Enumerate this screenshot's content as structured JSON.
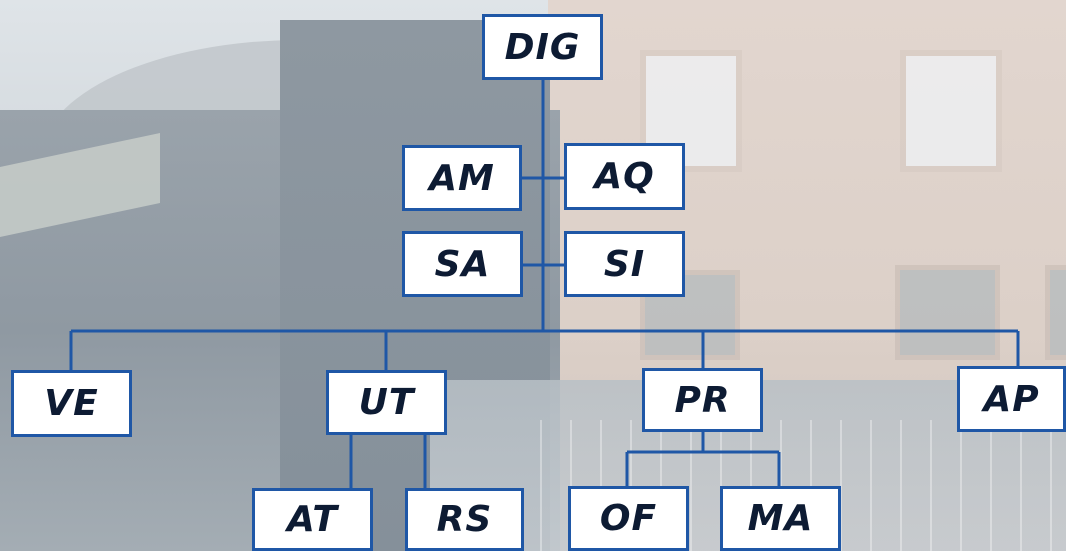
{
  "diagram": {
    "type": "org-chart",
    "line_color": "#1f57a6",
    "box_fill": "#ffffff",
    "text_color": "#0d1b33",
    "nodes": {
      "dig": "DIG",
      "am": "AM",
      "aq": "AQ",
      "sa": "SA",
      "si": "SI",
      "ve": "VE",
      "ut": "UT",
      "pr": "PR",
      "ap": "AP",
      "at": "AT",
      "rs": "RS",
      "of": "OF",
      "ma": "MA"
    },
    "edges": [
      [
        "DIG",
        "AM"
      ],
      [
        "DIG",
        "AQ"
      ],
      [
        "DIG",
        "SA"
      ],
      [
        "DIG",
        "SI"
      ],
      [
        "DIG",
        "VE"
      ],
      [
        "DIG",
        "UT"
      ],
      [
        "DIG",
        "PR"
      ],
      [
        "DIG",
        "AP"
      ],
      [
        "UT",
        "AT"
      ],
      [
        "UT",
        "RS"
      ],
      [
        "PR",
        "OF"
      ],
      [
        "PR",
        "MA"
      ]
    ]
  }
}
